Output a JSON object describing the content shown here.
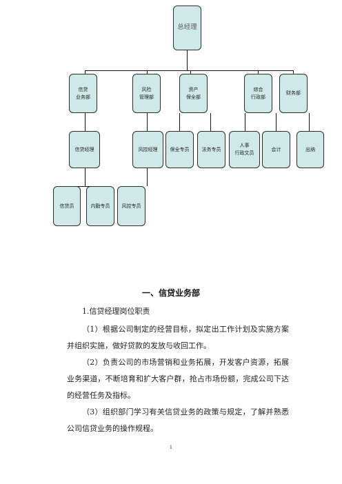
{
  "org_chart": {
    "top": "总经理",
    "departments": [
      {
        "key": "xindai",
        "label_lines": [
          "信贷",
          "业务部"
        ]
      },
      {
        "key": "fengxian",
        "label_lines": [
          "风险",
          "管理部"
        ]
      },
      {
        "key": "zichan",
        "label_lines": [
          "资产",
          "保全部"
        ]
      },
      {
        "key": "zonghe",
        "label_lines": [
          "综合",
          "行政部"
        ]
      },
      {
        "key": "caiwu",
        "label_lines": [
          "财务部"
        ]
      }
    ],
    "positions": [
      {
        "key": "xindai_jingli",
        "label_lines": [
          "信贷经理"
        ]
      },
      {
        "key": "fengkong_jingli",
        "label_lines": [
          "风控经理"
        ]
      },
      {
        "key": "baoquan",
        "label_lines": [
          "保全专员"
        ]
      },
      {
        "key": "fawu",
        "label_lines": [
          "法务专员"
        ]
      },
      {
        "key": "renshi",
        "label_lines": [
          "人事",
          "行政文员"
        ]
      },
      {
        "key": "kuaiji",
        "label_lines": [
          "会计"
        ]
      },
      {
        "key": "chuna",
        "label_lines": [
          "出纳"
        ]
      }
    ],
    "staff": [
      {
        "key": "xindaiyuan",
        "label_lines": [
          "信贷员"
        ]
      },
      {
        "key": "neiqin",
        "label_lines": [
          "内勤专员"
        ]
      },
      {
        "key": "fengkong_zhuanyuan",
        "label_lines": [
          "风控专员"
        ]
      }
    ]
  },
  "document": {
    "section_heading": "一、信贷业务部",
    "subsection": "1.信贷经理岗位职责",
    "paragraphs": [
      "（1）根据公司制定的经营目标，拟定出工作计划及实施方案并组织实施，做好贷款的发放与收回工作。",
      "（2）负责公司的市场营销和业务拓展，开发客户资源，拓展业务渠道，不断培育和扩大客户群，抢占市场份额，完成公司下达的经营任务及指标。",
      "（3）组织部门学习有关信贷业务的政策与规定，了解并熟悉公司信贷业务的操作规程。"
    ],
    "page_number": "1"
  },
  "colors": {
    "box_fill": "#cfe9e8",
    "box_border": "#2b2b2b",
    "line": "#111111"
  }
}
